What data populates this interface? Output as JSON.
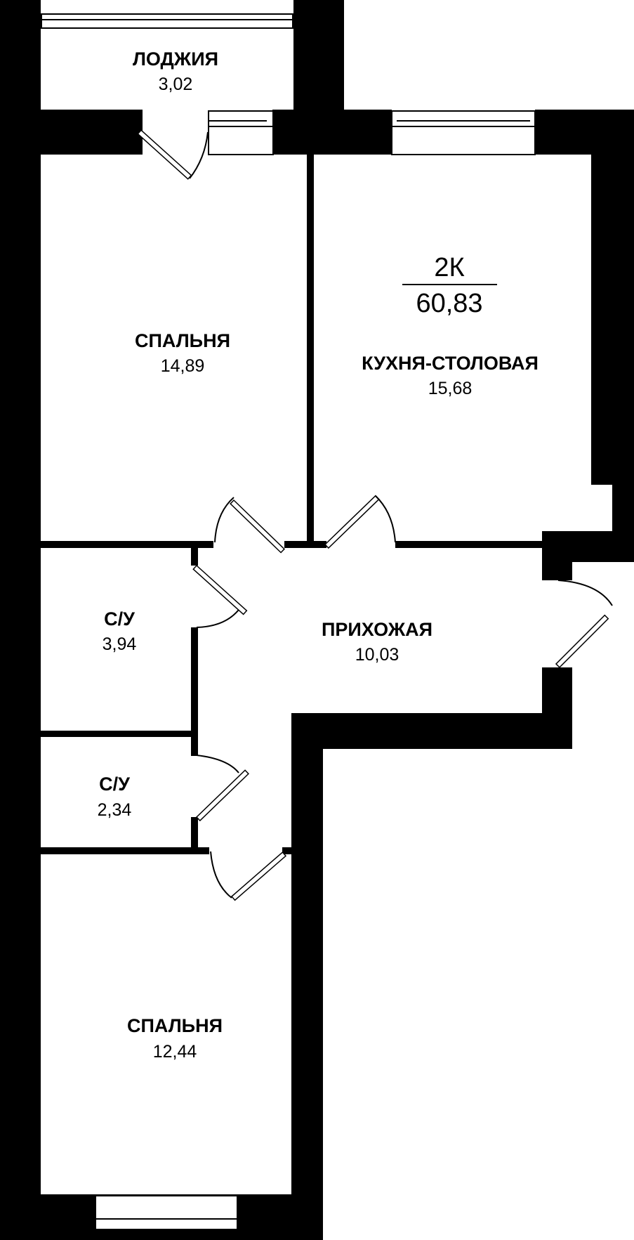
{
  "apartment": {
    "type": "2К",
    "total_area": "60,83"
  },
  "rooms": {
    "loggia": {
      "name": "ЛОДЖИЯ",
      "area": "3,02"
    },
    "bedroom1": {
      "name": "СПАЛЬНЯ",
      "area": "14,89"
    },
    "kitchen": {
      "name": "КУХНЯ-СТОЛОВАЯ",
      "area": "15,68"
    },
    "bathroom1": {
      "name": "С/У",
      "area": "3,94"
    },
    "hallway": {
      "name": "ПРИХОЖАЯ",
      "area": "10,03"
    },
    "bathroom2": {
      "name": "С/У",
      "area": "2,34"
    },
    "bedroom2": {
      "name": "СПАЛЬНЯ",
      "area": "12,44"
    }
  }
}
